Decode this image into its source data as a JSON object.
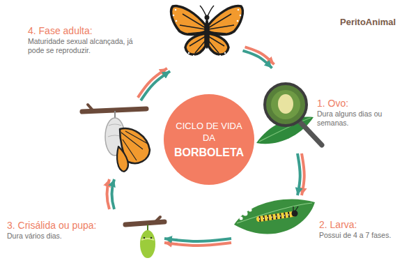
{
  "diagram": {
    "nodes": [
      {
        "text": [
          "CICLO DE VIDA DA",
          "BORBOLETA"
        ]
      },
      {
        "text": [
          "1. Ovo:",
          "Dura alguns dias ou semanas."
        ]
      },
      {
        "text": [
          "2. Larva:",
          "Possui de 4 a 7 fases."
        ]
      },
      {
        "text": [
          "3. Crisálida ou pupa:",
          "Dura vários dias."
        ]
      },
      {
        "text": [
          "4. Fase adulta:",
          "Maturidade sexual alcançada, já pode se reproduzir."
        ]
      }
    ],
    "edges": [
      {
        "from": 1,
        "to": 2,
        "arrow": "to"
      },
      {
        "from": 2,
        "to": 3,
        "arrow": "to"
      },
      {
        "from": 3,
        "to": 4,
        "arrow": "to"
      },
      {
        "from": 4,
        "to": 1,
        "arrow": "to"
      }
    ],
    "labels": [
      "PeritoAnimal"
    ]
  }
}
